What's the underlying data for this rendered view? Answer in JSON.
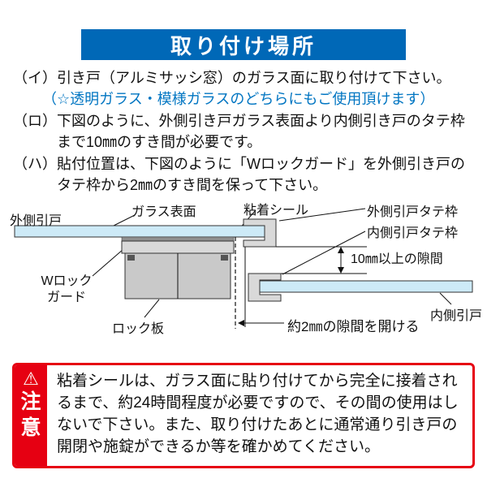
{
  "colors": {
    "header-blue": "#0068b7",
    "note-blue": "#0075c2",
    "warning-red": "#e60012",
    "glass-blue": "#cdeaf7",
    "frame-gray": "#d9d9d9",
    "plate-gray": "#c9c9c9",
    "seal-gray": "#8f8f8f"
  },
  "header": {
    "title": "取り付け場所"
  },
  "instructions": {
    "item_i": {
      "marker": "（イ）",
      "text": "引き戸（アルミサッシ窓）のガラス面に取り付けて下さい。",
      "note": "（☆透明ガラス・模様ガラスのどちらにもご使用頂けます）"
    },
    "item_ro": {
      "marker": "（ロ）",
      "text": "下図のように、外側引き戸ガラス表面より内側引き戸のタテ枠まで10㎜のすき間が必要です。"
    },
    "item_ha": {
      "marker": "（ハ）",
      "text": "貼付位置は、下図のように「Wロックガード」を外側引き戸のタテ枠から2㎜のすき間を保って下さい。"
    }
  },
  "diagram": {
    "labels": {
      "outer_door": "外側引戸",
      "glass_surface": "ガラス表面",
      "adhesive_seal": "粘着シール",
      "outer_frame": "外側引戸タテ枠",
      "inner_frame": "内側引戸タテ枠",
      "gap_10mm": "10㎜以上の隙間",
      "w_lock_guard_line1": "Wロック",
      "w_lock_guard_line2": "ガード",
      "lock_plate": "ロック板",
      "inner_door": "内側引戸",
      "gap_2mm": "約2㎜の隙間を開ける"
    }
  },
  "warning": {
    "icon": "⚠",
    "label_chars": [
      "注",
      "意"
    ],
    "text": "粘着シールは、ガラス面に貼り付けてから完全に接着されるまで、約24時間程度が必要ですので、その間の使用はしないで下さい。また、取り付けたあとに通常通り引き戸の開閉や施錠ができるか等を確かめてください。"
  }
}
